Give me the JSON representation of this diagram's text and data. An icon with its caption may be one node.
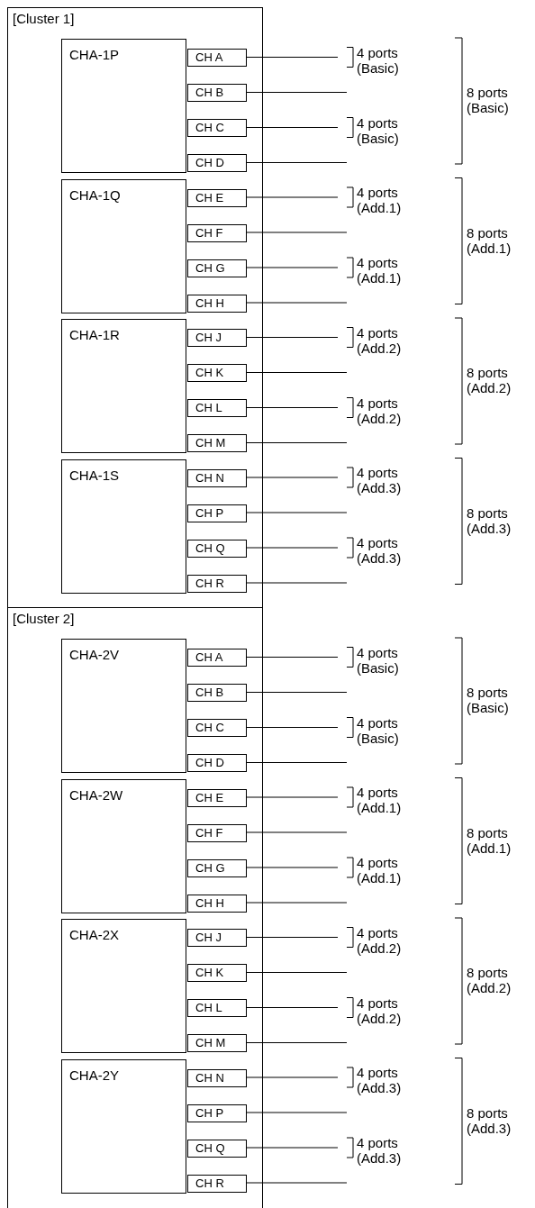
{
  "diagram": {
    "nodes": [
      {
        "text": [
          "[Cluster 1]"
        ]
      },
      {
        "text": [
          "CHA-1P"
        ],
        "in": 0
      },
      {
        "text": [
          "CH A"
        ],
        "in": 0
      },
      {
        "text": [
          "CH B"
        ],
        "in": 0
      },
      {
        "text": [
          "CH C"
        ],
        "in": 0
      },
      {
        "text": [
          "CH D"
        ],
        "in": 0
      },
      {
        "text": [
          "CHA-1Q"
        ],
        "in": 0
      },
      {
        "text": [
          "CH E"
        ],
        "in": 0
      },
      {
        "text": [
          "CH F"
        ],
        "in": 0
      },
      {
        "text": [
          "CH G"
        ],
        "in": 0
      },
      {
        "text": [
          "CH H"
        ],
        "in": 0
      },
      {
        "text": [
          "CHA-1R"
        ],
        "in": 0
      },
      {
        "text": [
          "CH J"
        ],
        "in": 0
      },
      {
        "text": [
          "CH K"
        ],
        "in": 0
      },
      {
        "text": [
          "CH L"
        ],
        "in": 0
      },
      {
        "text": [
          "CH M"
        ],
        "in": 0
      },
      {
        "text": [
          "CHA-1S"
        ],
        "in": 0
      },
      {
        "text": [
          "CH N"
        ],
        "in": 0
      },
      {
        "text": [
          "CH P"
        ],
        "in": 0
      },
      {
        "text": [
          "CH Q"
        ],
        "in": 0
      },
      {
        "text": [
          "CH R"
        ],
        "in": 0
      },
      {
        "text": [
          "[Cluster 2]"
        ]
      },
      {
        "text": [
          "CHA-2V"
        ],
        "in": 21
      },
      {
        "text": [
          "CH A"
        ],
        "in": 21
      },
      {
        "text": [
          "CH B"
        ],
        "in": 21
      },
      {
        "text": [
          "CH C"
        ],
        "in": 21
      },
      {
        "text": [
          "CH D"
        ],
        "in": 21
      },
      {
        "text": [
          "CHA-2W"
        ],
        "in": 21
      },
      {
        "text": [
          "CH E"
        ],
        "in": 21
      },
      {
        "text": [
          "CH F"
        ],
        "in": 21
      },
      {
        "text": [
          "CH G"
        ],
        "in": 21
      },
      {
        "text": [
          "CH H"
        ],
        "in": 21
      },
      {
        "text": [
          "CHA-2X"
        ],
        "in": 21
      },
      {
        "text": [
          "CH J"
        ],
        "in": 21
      },
      {
        "text": [
          "CH K"
        ],
        "in": 21
      },
      {
        "text": [
          "CH L"
        ],
        "in": 21
      },
      {
        "text": [
          "CH M"
        ],
        "in": 21
      },
      {
        "text": [
          "CHA-2Y"
        ],
        "in": 21
      },
      {
        "text": [
          "CH N"
        ],
        "in": 21
      },
      {
        "text": [
          "CH P"
        ],
        "in": 21
      },
      {
        "text": [
          "CH Q"
        ],
        "in": 21
      },
      {
        "text": [
          "CH R"
        ],
        "in": 21
      }
    ],
    "edges": [
      {
        "from": 2,
        "to": null,
        "arrow": "none"
      },
      {
        "from": 3,
        "to": null,
        "arrow": "none"
      },
      {
        "from": 4,
        "to": null,
        "arrow": "none"
      },
      {
        "from": 5,
        "to": null,
        "arrow": "none"
      },
      {
        "from": 7,
        "to": null,
        "arrow": "none"
      },
      {
        "from": 8,
        "to": null,
        "arrow": "none"
      },
      {
        "from": 9,
        "to": null,
        "arrow": "none"
      },
      {
        "from": 10,
        "to": null,
        "arrow": "none"
      },
      {
        "from": 12,
        "to": null,
        "arrow": "none"
      },
      {
        "from": 13,
        "to": null,
        "arrow": "none"
      },
      {
        "from": 14,
        "to": null,
        "arrow": "none"
      },
      {
        "from": 15,
        "to": null,
        "arrow": "none"
      },
      {
        "from": 17,
        "to": null,
        "arrow": "none"
      },
      {
        "from": 18,
        "to": null,
        "arrow": "none"
      },
      {
        "from": 19,
        "to": null,
        "arrow": "none"
      },
      {
        "from": 20,
        "to": null,
        "arrow": "none"
      },
      {
        "from": 23,
        "to": null,
        "arrow": "none"
      },
      {
        "from": 24,
        "to": null,
        "arrow": "none"
      },
      {
        "from": 25,
        "to": null,
        "arrow": "none"
      },
      {
        "from": 26,
        "to": null,
        "arrow": "none"
      },
      {
        "from": 28,
        "to": null,
        "arrow": "none"
      },
      {
        "from": 29,
        "to": null,
        "arrow": "none"
      },
      {
        "from": 30,
        "to": null,
        "arrow": "none"
      },
      {
        "from": 31,
        "to": null,
        "arrow": "none"
      },
      {
        "from": 33,
        "to": null,
        "arrow": "none"
      },
      {
        "from": 34,
        "to": null,
        "arrow": "none"
      },
      {
        "from": 35,
        "to": null,
        "arrow": "none"
      },
      {
        "from": 36,
        "to": null,
        "arrow": "none"
      },
      {
        "from": 38,
        "to": null,
        "arrow": "none"
      },
      {
        "from": 39,
        "to": null,
        "arrow": "none"
      },
      {
        "from": 40,
        "to": null,
        "arrow": "none"
      },
      {
        "from": 41,
        "to": null,
        "arrow": "none"
      }
    ],
    "labels": [
      "4 ports (Basic)",
      "8 ports (Basic)",
      "4 ports (Basic)",
      "4 ports (Add.1)",
      "8 ports (Add.1)",
      "4 ports (Add.1)",
      "4 ports (Add.2)",
      "8 ports (Add.2)",
      "4 ports (Add.2)",
      "4 ports (Add.3)",
      "8 ports (Add.3)",
      "4 ports (Add.3)",
      "4 ports (Basic)",
      "8 ports (Basic)",
      "4 ports (Basic)",
      "4 ports (Add.1)",
      "8 ports (Add.1)",
      "4 ports (Add.1)",
      "4 ports (Add.2)",
      "8 ports (Add.2)",
      "4 ports (Add.2)",
      "4 ports (Add.3)",
      "8 ports (Add.3)",
      "4 ports (Add.3)"
    ]
  }
}
